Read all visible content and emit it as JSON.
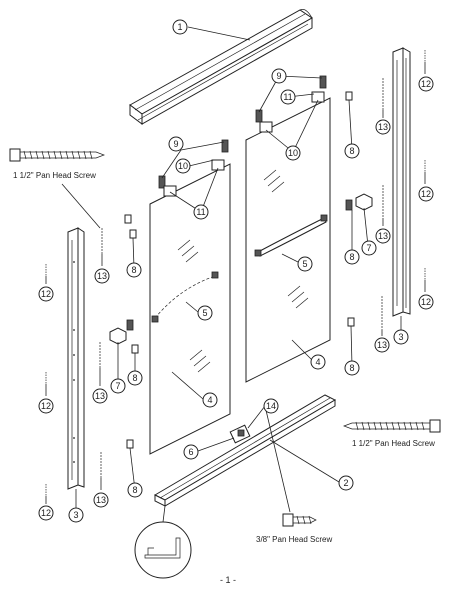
{
  "labels": {
    "screw_left": "1 1/2\" Pan Head Screw",
    "screw_right": "1 1/2\" Pan Head Screw",
    "screw_bottom": "3/8\" Pan Head Screw",
    "page_number": "- 1 -"
  },
  "callouts": {
    "c1": "1",
    "c2": "2",
    "c3a": "3",
    "c3b": "3",
    "c4a": "4",
    "c4b": "4",
    "c5a": "5",
    "c5b": "5",
    "c6": "6",
    "c7a": "7",
    "c7b": "7",
    "c8a": "8",
    "c8b": "8",
    "c8c": "8",
    "c8d": "8",
    "c8e": "8",
    "c8f": "8",
    "c9a": "9",
    "c9b": "9",
    "c10a": "10",
    "c10b": "10",
    "c11a": "11",
    "c11b": "11",
    "c12a": "12",
    "c12b": "12",
    "c12c": "12",
    "c12d": "12",
    "c12e": "12",
    "c12f": "12",
    "c13a": "13",
    "c13b": "13",
    "c13c": "13",
    "c13d": "13",
    "c13e": "13",
    "c13f": "13",
    "c14": "14"
  }
}
